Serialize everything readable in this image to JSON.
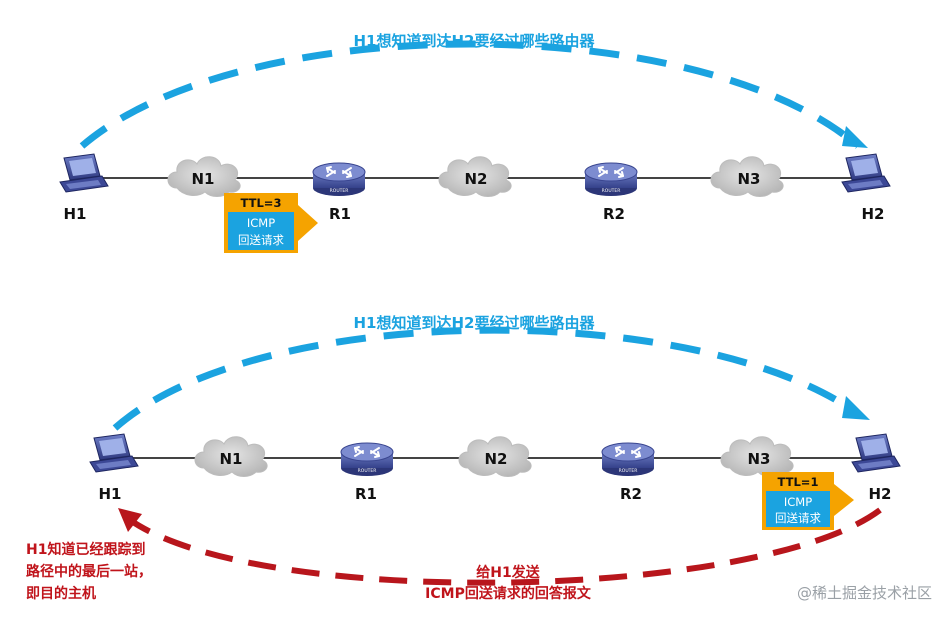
{
  "colors": {
    "blue_arc": "#1ba3e0",
    "red_arc": "#b8161c",
    "title_blue": "#1ba3e0",
    "red_text": "#c0141b",
    "packet_orange": "#f5a300",
    "packet_blue": "#1ba3e0",
    "router_body": "#4c5ca8",
    "cloud": "#c9c9c9",
    "link_line": "#444444"
  },
  "panel_top": {
    "title": "H1想知道到达H2要经过哪些路由器",
    "nodes": {
      "h1": "H1",
      "n1": "N1",
      "r1": "R1",
      "n2": "N2",
      "r2": "R2",
      "n3": "N3",
      "h2": "H2"
    },
    "router_badge": "ROUTER",
    "packet": {
      "ttl": "TTL=3",
      "line1": "ICMP",
      "line2": "回送请求"
    }
  },
  "panel_bottom": {
    "title": "H1想知道到达H2要经过哪些路由器",
    "nodes": {
      "h1": "H1",
      "n1": "N1",
      "r1": "R1",
      "n2": "N2",
      "r2": "R2",
      "n3": "N3",
      "h2": "H2"
    },
    "router_badge": "ROUTER",
    "packet": {
      "ttl": "TTL=1",
      "line1": "ICMP",
      "line2": "回送请求"
    },
    "reply_label_line1": "给H1发送",
    "reply_label_line2": "ICMP回送请求的回答报文",
    "note_line1": "H1知道已经跟踪到",
    "note_line2": "路径中的最后一站，",
    "note_line3": "即目的主机"
  },
  "watermark": "@稀土掘金技术社区"
}
